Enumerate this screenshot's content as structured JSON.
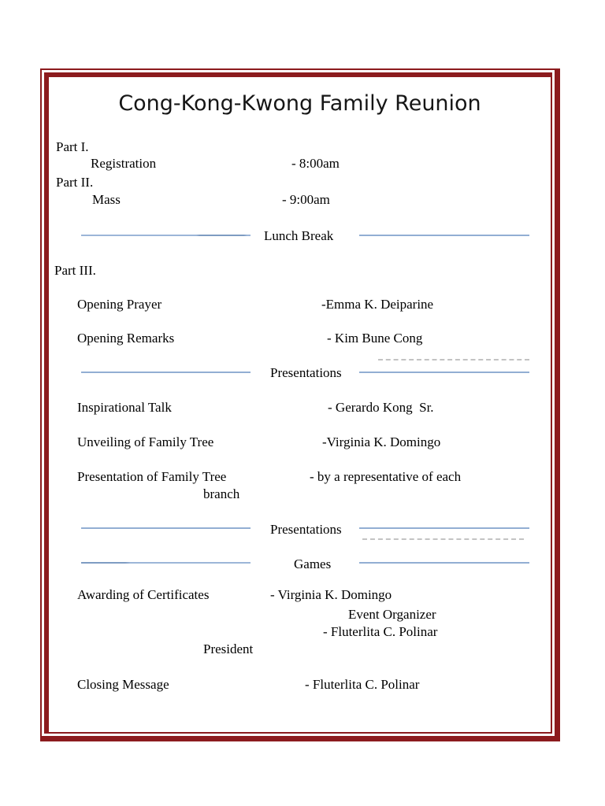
{
  "title": "Cong-Kong-Kwong Family Reunion",
  "schedule": {
    "part1_label": "Part I.",
    "part1_item": "Registration",
    "part1_time": "- 8:00am",
    "part2_label": "Part II.",
    "part2_item": "Mass",
    "part2_time": "- 9:00am",
    "part3_label": "Part III."
  },
  "dividers": {
    "lunch": "Lunch Break",
    "presentations_1": "Presentations",
    "presentations_2": "Presentations",
    "games": "Games"
  },
  "items": [
    {
      "label": "Opening Prayer",
      "value": "-Emma K. Deiparine"
    },
    {
      "label": "Opening Remarks",
      "value": "- Kim Bune Cong"
    },
    {
      "label": "Inspirational Talk",
      "value": "- Gerardo Kong  Sr."
    },
    {
      "label": "Unveiling of Family Tree",
      "value": "-Virginia K. Domingo"
    },
    {
      "label": "Presentation of Family Tree",
      "label_continuation": "branch",
      "value": "- by a representative of each"
    },
    {
      "label": "Awarding of Certificates",
      "value": "- Virginia K. Domingo",
      "value_line2": "Event Organizer",
      "value_line3": "- Fluterlita C. Polinar",
      "label_continuation": "President"
    },
    {
      "label": "Closing Message",
      "value": "- Fluterlita C. Polinar"
    }
  ],
  "colors": {
    "page_border": "#8c1b1e",
    "divider_line": "#92aed3",
    "divider_line_dark": "#7e9cc2",
    "text": "#000000"
  }
}
